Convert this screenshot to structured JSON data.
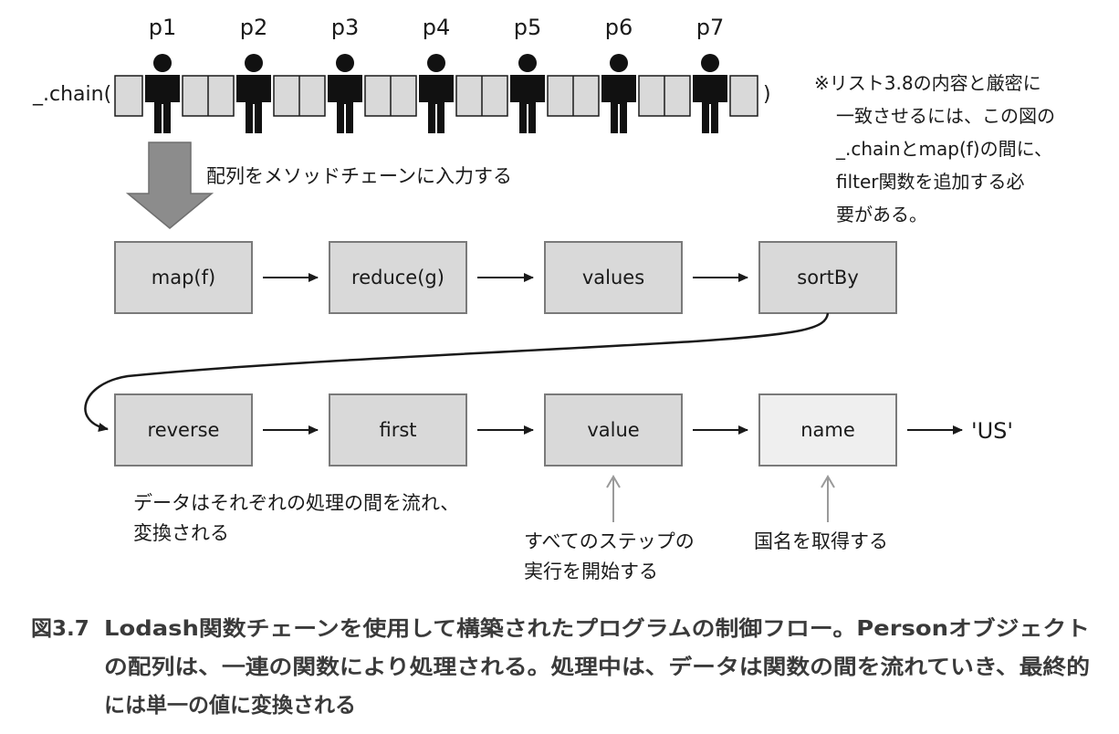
{
  "header": {
    "persons": [
      "p1",
      "p2",
      "p3",
      "p4",
      "p5",
      "p6",
      "p7"
    ],
    "chain_open": "_.chain(",
    "chain_close": ")"
  },
  "input_label": "配列をメソッドチェーンに入力する",
  "note": [
    "※リスト3.8の内容と厳密に",
    "一致させるには、この図の",
    "_.chainとmap(f)の間に、",
    "filter関数を追加する必",
    "要がある。"
  ],
  "row1": [
    "map(f)",
    "reduce(g)",
    "values",
    "sortBy"
  ],
  "row2": [
    "reverse",
    "first",
    "value",
    "name"
  ],
  "result": "'US'",
  "annotations": {
    "flow": [
      "データはそれぞれの処理の間を流れ、",
      "変換される"
    ],
    "start": [
      "すべてのステップの",
      "実行を開始する"
    ],
    "country": [
      "国名を取得する"
    ]
  },
  "caption": {
    "number": "図3.7",
    "lines": [
      "Lodash関数チェーンを使用して構築されたプログラムの制御フロー。Personオブジェクト",
      "の配列は、一連の関数により処理される。処理中は、データは関数の間を流れていき、最終的",
      "には単一の値に変換される"
    ]
  },
  "colors": {
    "box_fill": "#d9d9d9",
    "box_fill_light": "#efefef",
    "box_stroke": "#7a7a7a",
    "arrow_fill": "#8c8c8c",
    "pointer_gray": "#9a9a9a",
    "caption_text": "#3a3a3a"
  }
}
